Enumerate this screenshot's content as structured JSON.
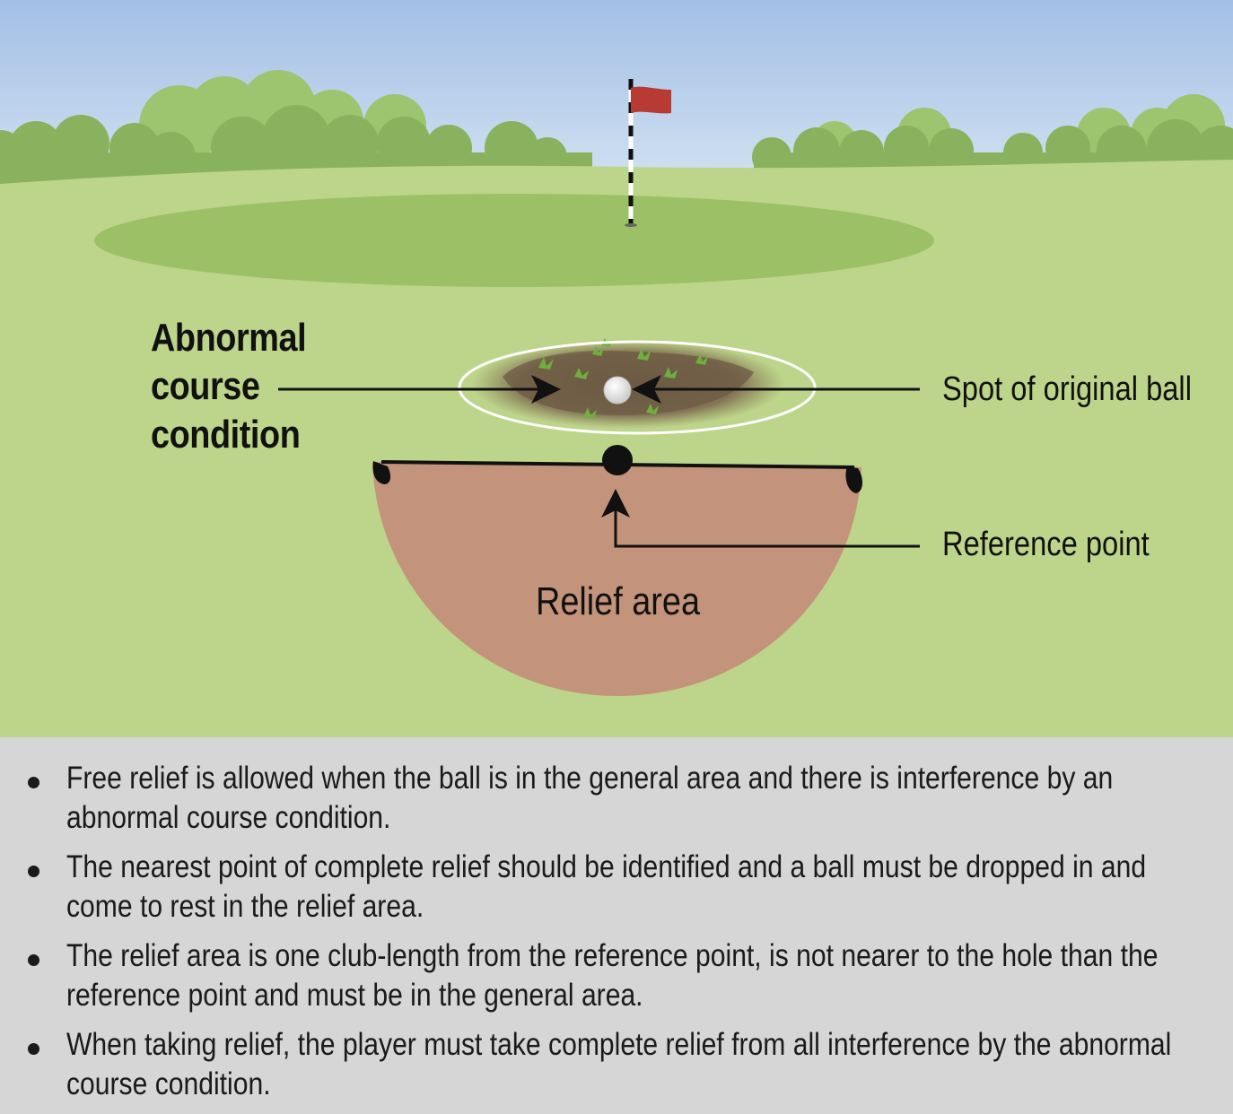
{
  "labels": {
    "abnormal_condition": "Abnormal course condition",
    "spot_original_ball": "Spot of original ball",
    "reference_point": "Reference point",
    "relief_area": "Relief area"
  },
  "bullets": [
    "Free relief is allowed when the ball is in the general area and there is interference by an abnormal course condition.",
    "The nearest point of complete relief should be identified and a ball must be dropped in and come to rest in the relief area.",
    "The relief area is one club-length from the reference point, is not nearer to the hole than the reference point and must be in the general area.",
    "When taking relief, the player must take complete relief from all interference by the abnormal course condition."
  ],
  "colors": {
    "sky_top": "#a6c2e6",
    "sky_bottom": "#d4e4f2",
    "fairway": "#bdd58a",
    "green": "#9bc066",
    "trees": "#8fb763",
    "relief_area": "#c4937b",
    "flag": "#b73a33",
    "panel": "#d6d6d6"
  }
}
